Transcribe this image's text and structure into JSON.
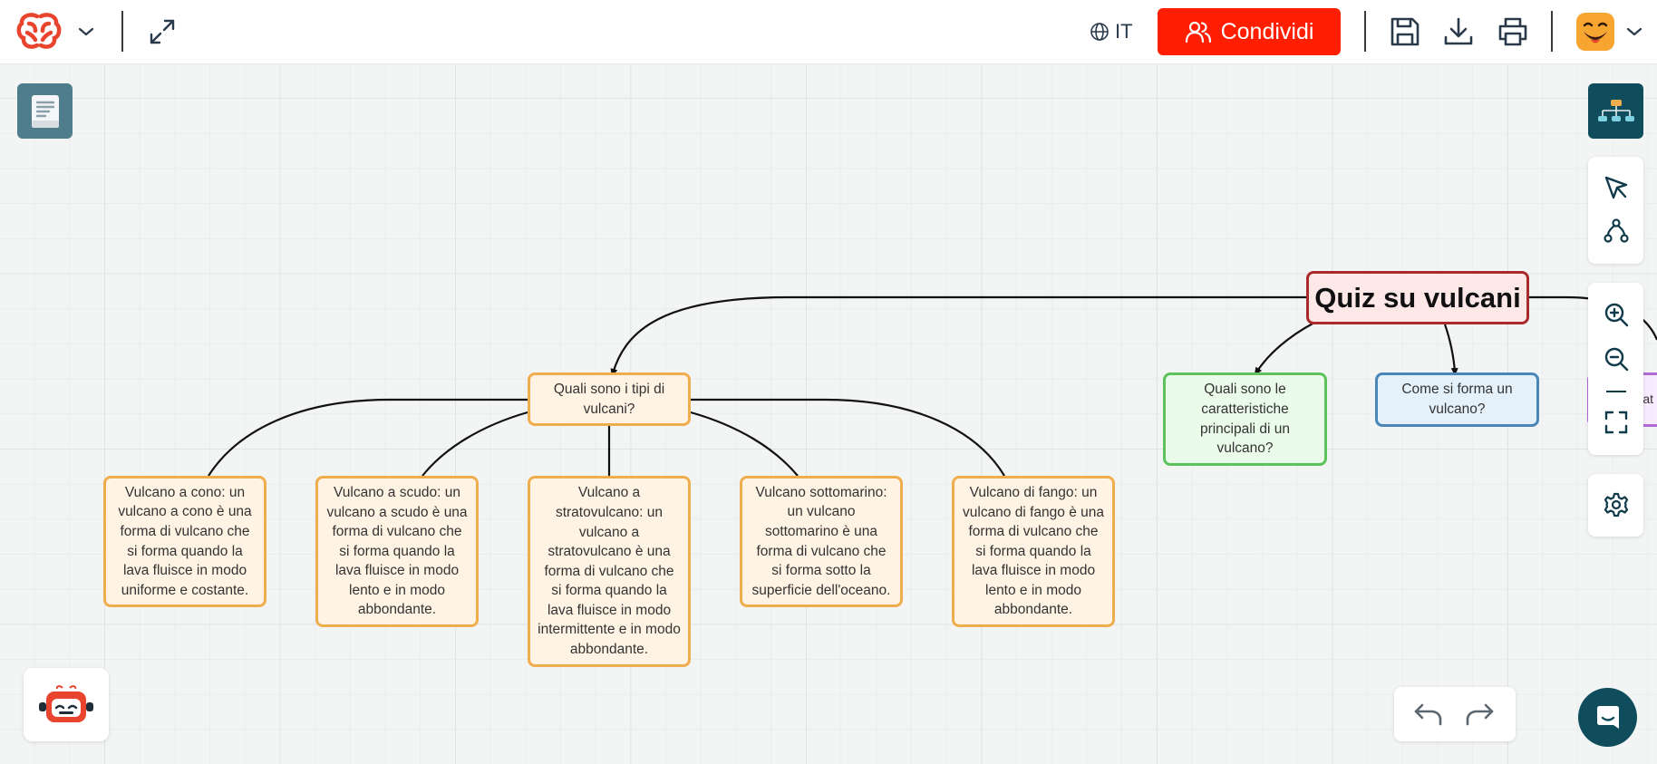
{
  "topbar": {
    "lang_label": "IT",
    "share_label": "Condividi"
  },
  "map": {
    "root": "Quiz su vulcani",
    "nodes": {
      "types": "Quali sono i tipi di vulcani?",
      "features": "Quali sono le caratteristiche principali di un vulcano?",
      "formation": "Come si forma un vulcano?",
      "partial": "so at",
      "cone": "Vulcano a cono: un vulcano a cono è una forma di vulcano che si forma quando la lava fluisce in modo uniforme e costante.",
      "shield": "Vulcano a scudo: un vulcano a scudo è una forma di vulcano che si forma quando la lava fluisce in modo lento e in modo abbondante.",
      "strato": "Vulcano a stratovulcano: un vulcano a stratovulcano è una forma di vulcano che si forma quando la lava fluisce in modo intermittente e in modo abbondante.",
      "submarine": "Vulcano sottomarino: un vulcano sottomarino è una forma di vulcano che si forma sotto la superficie dell'oceano.",
      "mud": "Vulcano di fango: un vulcano di fango è una forma di vulcano che si forma quando la lava fluisce in modo lento e in modo abbondante."
    }
  },
  "colors": {
    "share": "#ff1f00",
    "root_border": "#a82a2a",
    "orange_node": "#f0ad4e",
    "green_node": "#5cc35c",
    "blue_node": "#4a86b8",
    "layout_tile": "#0f4c5c",
    "doc_tile": "#4f7d8c"
  },
  "icons": {
    "logo": "brain-logo-icon",
    "expand": "expand-icon",
    "globe": "globe-icon",
    "share": "users-icon",
    "save": "save-icon",
    "download": "download-icon",
    "print": "printer-icon",
    "avatar": "smiley-avatar-icon",
    "pointer": "pointer-icon",
    "connect": "connect-nodes-icon",
    "zoom_in": "zoom-in-icon",
    "zoom_out": "zoom-out-icon",
    "fit": "fit-screen-icon",
    "settings": "gear-icon",
    "undo": "undo-icon",
    "redo": "redo-icon",
    "chat": "chat-icon",
    "ai": "robot-assistant-icon",
    "notes": "document-icon",
    "layout": "layout-tree-icon"
  }
}
